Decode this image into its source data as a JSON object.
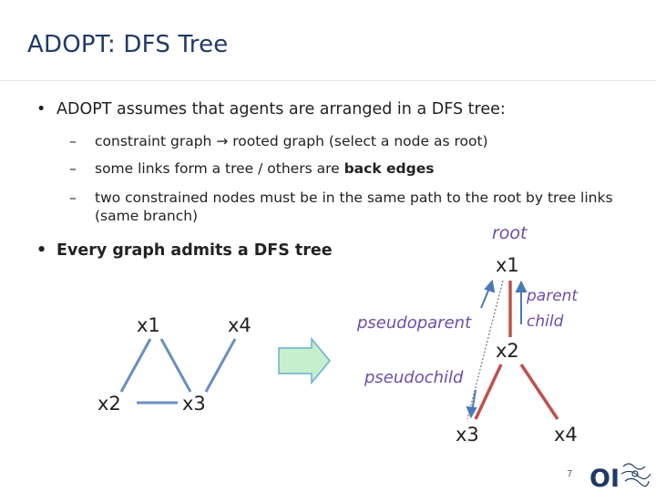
{
  "slide": {
    "title": "ADOPT: DFS Tree",
    "bullet1": "ADOPT assumes that agents are arranged in a DFS tree:",
    "sub1": "constraint graph → rooted graph (select a node as root)",
    "sub2_prefix": "some links form a tree / others are ",
    "sub2_bold": "back edges",
    "sub3": "two constrained nodes must be in the same path to the root by tree links (same branch)",
    "bullet2": "Every graph admits a DFS tree",
    "page_number": "7",
    "logo_text": "OI"
  },
  "left_graph": {
    "nodes": [
      "x1",
      "x2",
      "x3",
      "x4"
    ],
    "color": "#6a8fc0"
  },
  "right_graph": {
    "root_label": "root",
    "nodes": [
      "x1",
      "x2",
      "x3",
      "x4"
    ],
    "parent_label": "parent",
    "child_label": "child",
    "pseudoparent_label": "pseudoparent",
    "pseudochild_label": "pseudochild",
    "tree_edge_color": "#c0504d",
    "label_color": "#6b4fa8",
    "arrow_color": "#4a7ab5"
  },
  "colors": {
    "title": "#1f3a66",
    "arrow_fill": "#c6efce",
    "arrow_stroke": "#6aaed6"
  }
}
